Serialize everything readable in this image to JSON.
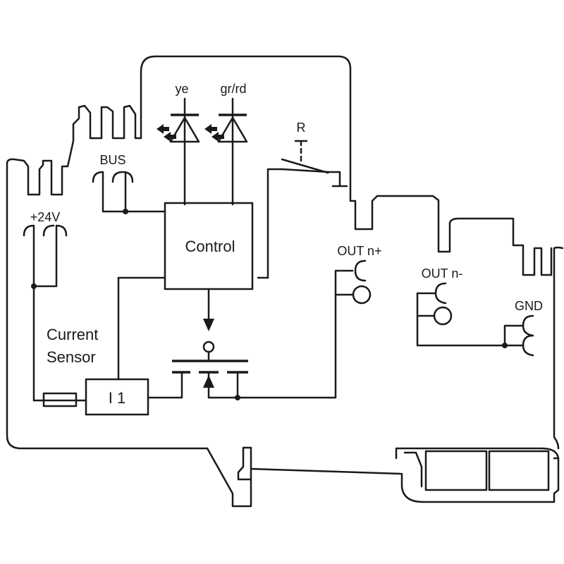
{
  "labels": {
    "led_yellow": "ye",
    "led_green_red": "gr/rd",
    "relay": "R",
    "bus": "BUS",
    "supply": "+24V",
    "control": "Control",
    "out_pos": "OUT n+",
    "out_neg": "OUT n-",
    "gnd": "GND",
    "sensor_line1": "Current",
    "sensor_line2": "Sensor",
    "current_block": "I 1"
  },
  "icons": [
    "led-diode-icon",
    "light-emission-arrow-icon",
    "fuse-icon",
    "mosfet-icon",
    "relay-contact-icon",
    "terminal-clamp-icon"
  ],
  "colors": {
    "ink": "#1a1a1a",
    "background": "#ffffff"
  }
}
